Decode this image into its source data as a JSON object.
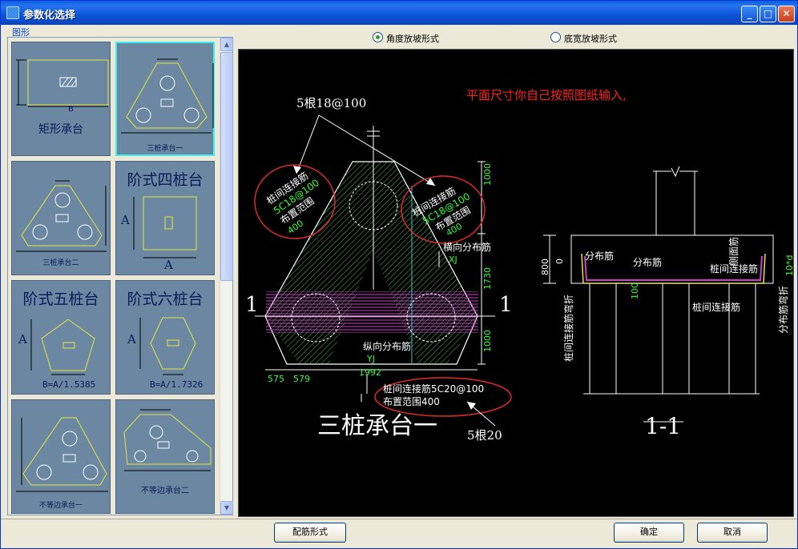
{
  "window": {
    "title": "参数化选择"
  },
  "titlebar_buttons": [
    "minimize-button",
    "maximize-button",
    "close-button"
  ],
  "shape_group": {
    "label": "图形"
  },
  "thumbnails": [
    {
      "caption": "矩形承台",
      "kind": "rect",
      "b_label": "B"
    },
    {
      "caption": "三桩承台一",
      "kind": "tri1"
    },
    {
      "caption": "三桩承台二",
      "kind": "tri2"
    },
    {
      "caption": "阶式四桩台",
      "kind": "step4",
      "dim_label": "A"
    },
    {
      "caption": "阶式五桩台",
      "kind": "step5",
      "dim_label": "A",
      "formula": "B=A/1.5385"
    },
    {
      "caption": "阶式六桩台",
      "kind": "step6",
      "dim_label": "A",
      "formula": "B=A/1.7326"
    },
    {
      "caption": "不等边承台一",
      "kind": "une1"
    },
    {
      "caption": "不等边承台二",
      "kind": "une2"
    }
  ],
  "slope_options": [
    {
      "label": "角度放坡形式",
      "checked": true
    },
    {
      "label": "底宽放坡形式",
      "checked": false
    }
  ],
  "preview": {
    "note": "平面尺寸你自己按照图纸输入,",
    "rebar_top": "5根18@100",
    "left_bubble": [
      "桩间连接筋",
      "5C18@100",
      "布置范围",
      "400"
    ],
    "right_bubble": [
      "桩间连接筋",
      "5C18@100",
      "布置范围",
      "400"
    ],
    "horizontal_dist": "横向分布筋",
    "longitudinal_dist": "纵向分布筋",
    "bottom_bubble": [
      "桩间连接筋5C20@100",
      "布置范围400"
    ],
    "bottom_rebar": "5根20",
    "dims_right": [
      "1000",
      "1730",
      "1000"
    ],
    "dims_bottom": [
      "575",
      "579",
      "1992"
    ],
    "dim_xj": "XJ",
    "dim_yj": "YJ",
    "section_mark": "1",
    "plan_title": "三桩承台一",
    "section_title": "1-1",
    "section": {
      "dist_left": "分布筋",
      "dist_mid": "分布筋",
      "side_bar": "侧面筋",
      "conn_bar": "桩间连接筋",
      "conn_bar2": "桩间连接筋",
      "bend_left": "桩间连接筋弯折",
      "bend_right": "分布筋弯折",
      "dim_800": "800",
      "dim_0": "0",
      "dim_100": "100",
      "dim_10d": "10*d"
    }
  },
  "buttons": {
    "rebar_style": "配筋形式",
    "ok": "确定",
    "cancel": "取消"
  }
}
